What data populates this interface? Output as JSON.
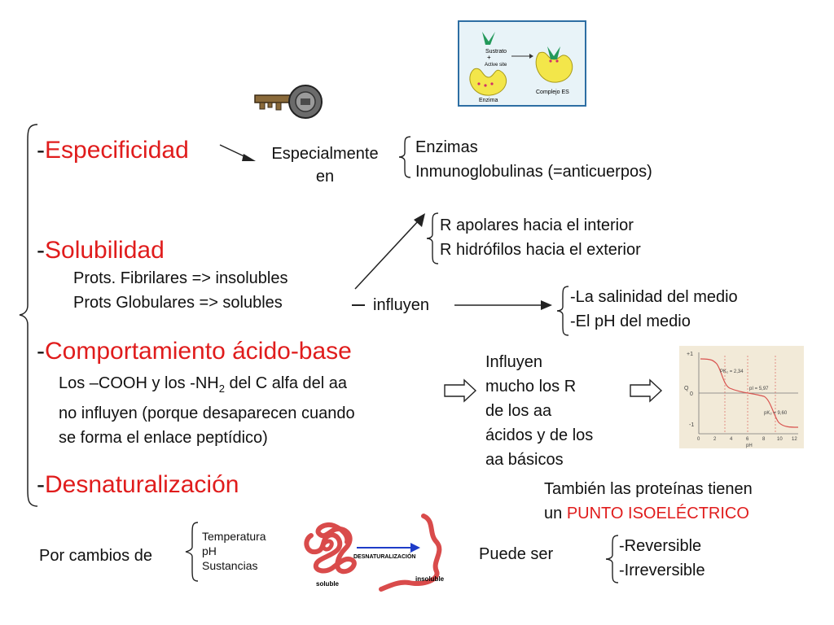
{
  "headings": {
    "especificidad": {
      "dash": "-",
      "word": "Especificidad"
    },
    "solubilidad": {
      "dash": "-",
      "word": "Solubilidad"
    },
    "comportamiento": {
      "dash": "-",
      "word": "Comportamiento ácido-base"
    },
    "desnaturalizacion": {
      "dash": "-",
      "word": "Desnaturalización"
    }
  },
  "especificidad": {
    "especialmente": "Especialmente",
    "en": "en",
    "items": [
      "Enzimas",
      "Inmunoglobulinas (=anticuerpos)"
    ]
  },
  "enzyme_image": {
    "sustrato": "Sustrato",
    "plus": "+",
    "active_site": "Active site",
    "enzima": "Enzima",
    "complejo": "Complejo ES"
  },
  "solubilidad": {
    "prots": [
      "Prots. Fibrilares => insolubles",
      "Prots Globulares => solubles"
    ],
    "r_groups": [
      "R apolares hacia el interior",
      "R hidrófilos hacia el exterior"
    ],
    "influyen": "influyen",
    "factors": [
      "-La salinidad del medio",
      "-El pH del medio"
    ]
  },
  "acido_base": {
    "line1_pre": "Los –COOH  y los -NH",
    "line1_sub": "2",
    "line1_post": " del C alfa del aa",
    "line2": "no influyen (porque desaparecen cuando",
    "line3": "se forma el enlace peptídico)",
    "influyen_lines": [
      "Influyen",
      "mucho los R",
      "de los aa",
      "ácidos y de los",
      "aa básicos"
    ],
    "tambien": "También las proteínas tienen",
    "un": "un ",
    "punto": "PUNTO ISOELÉCTRICO"
  },
  "titration_graph": {
    "y_ticks": [
      "+1",
      "Q",
      "0",
      "-1"
    ],
    "x_ticks": [
      "0",
      "2",
      "4",
      "6",
      "8",
      "10",
      "12"
    ],
    "x_label": "pH",
    "pk1": "PK₁ = 2,34",
    "pi": "pI = 5,97",
    "pk2": "pK₂ = 9,60"
  },
  "desnaturalizacion": {
    "por_cambios": "Por cambios de",
    "causes": [
      "Temperatura",
      "pH",
      "Sustancias"
    ],
    "image_label": "DESNATURALIZACIÓN",
    "soluble": "soluble",
    "insoluble": "insoluble",
    "puede_ser": "Puede ser",
    "types": [
      "-Reversible",
      "-Irreversible"
    ]
  },
  "colors": {
    "accent": "#e01c1c",
    "arrow_blue": "#1e3cc8",
    "protein": "#d94b4b"
  }
}
